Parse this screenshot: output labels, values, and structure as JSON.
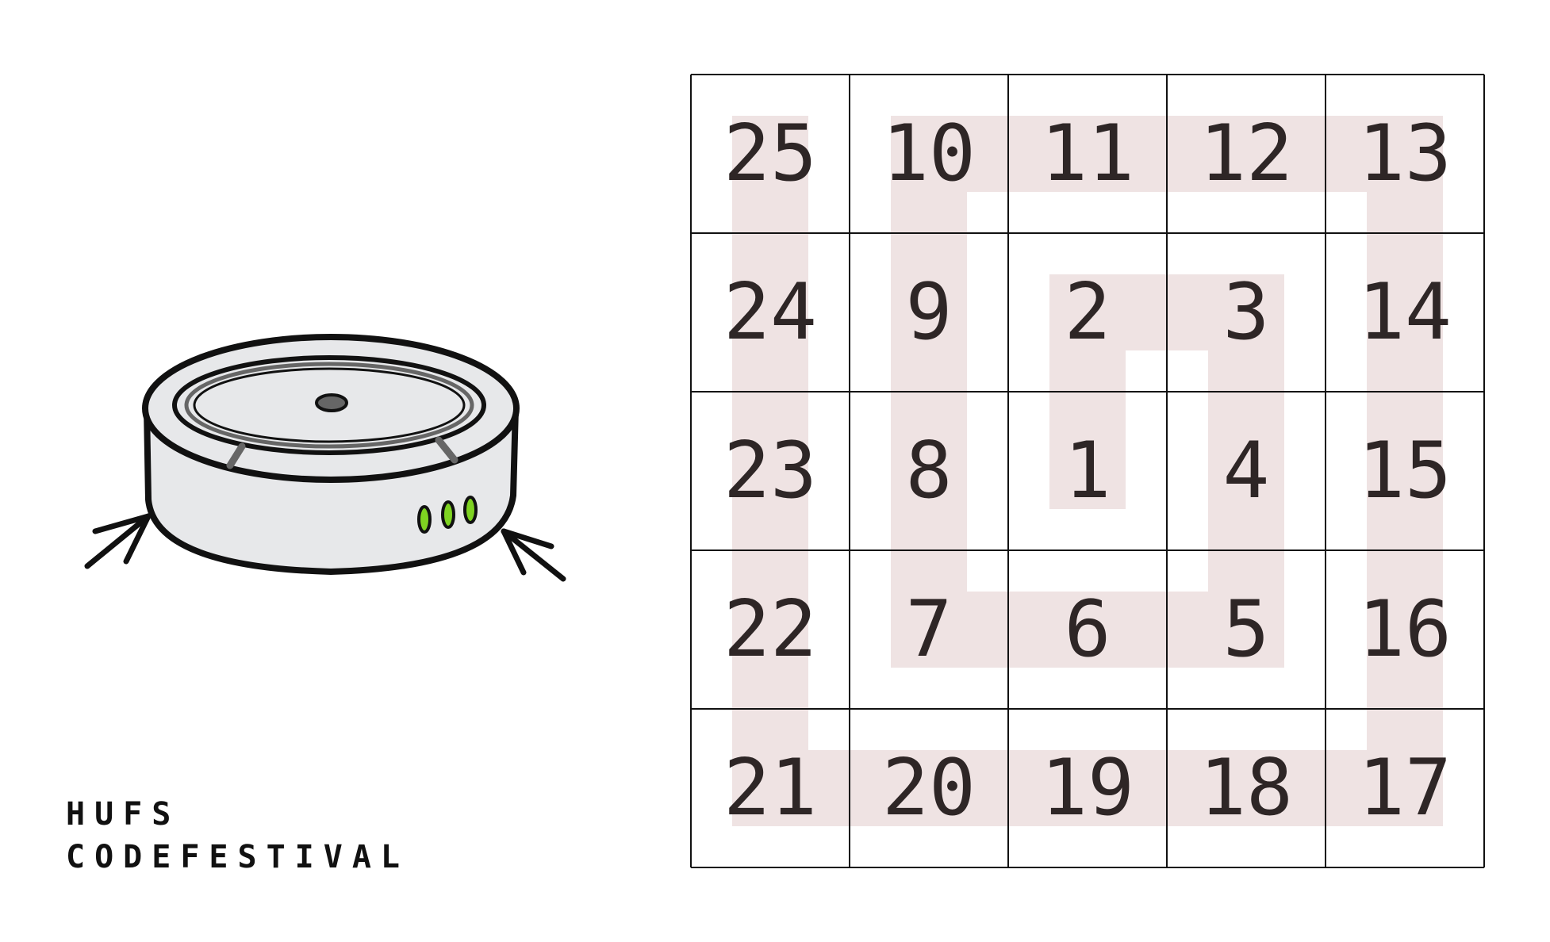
{
  "brand": {
    "line1": "HUFS",
    "line2": "CODEFESTIVAL"
  },
  "illustration": {
    "icon": "robot-vacuum-icon",
    "indicator_color": "#7ed321"
  },
  "grid": {
    "rows": 5,
    "cols": 5,
    "path_color": "#efe3e3",
    "line_color": "#111111",
    "text_color": "#2e2626",
    "cells": [
      [
        "25",
        "10",
        "11",
        "12",
        "13"
      ],
      [
        "24",
        "9",
        "2",
        "3",
        "14"
      ],
      [
        "23",
        "8",
        "1",
        "4",
        "15"
      ],
      [
        "22",
        "7",
        "6",
        "5",
        "16"
      ],
      [
        "21",
        "20",
        "19",
        "18",
        "17"
      ]
    ]
  }
}
